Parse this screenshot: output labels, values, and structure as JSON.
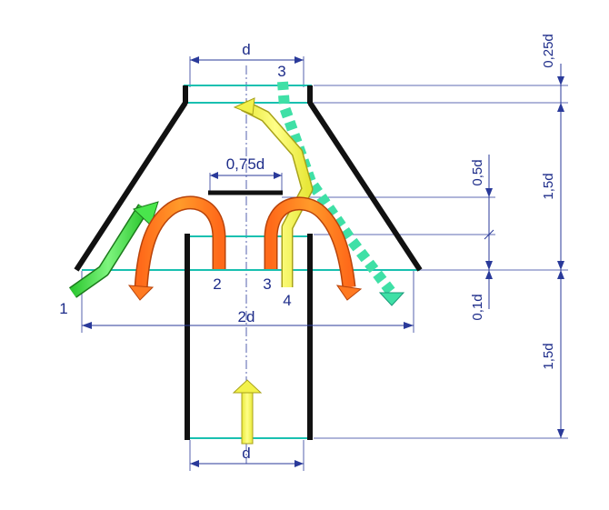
{
  "dimensions": {
    "top_d": "d",
    "top_height": "0,25d",
    "cone_height": "1,5d",
    "baffle_width": "0,75d",
    "baffle_gap": "0,5d",
    "bottom_gap": "0,1d",
    "cone_base": "2d",
    "pipe_height": "1,5d",
    "pipe_d": "d"
  },
  "flows": {
    "flow_1": "1",
    "flow_2": "2",
    "flow_3_inner": "3",
    "flow_3_top": "3",
    "flow_4": "4"
  },
  "colors": {
    "green": "#49e64c",
    "orange": "#ff7a22",
    "yellow": "#f3f24a",
    "mint": "#3fe0a6",
    "dimension": "#2a3a9a",
    "wall": "#111111"
  }
}
